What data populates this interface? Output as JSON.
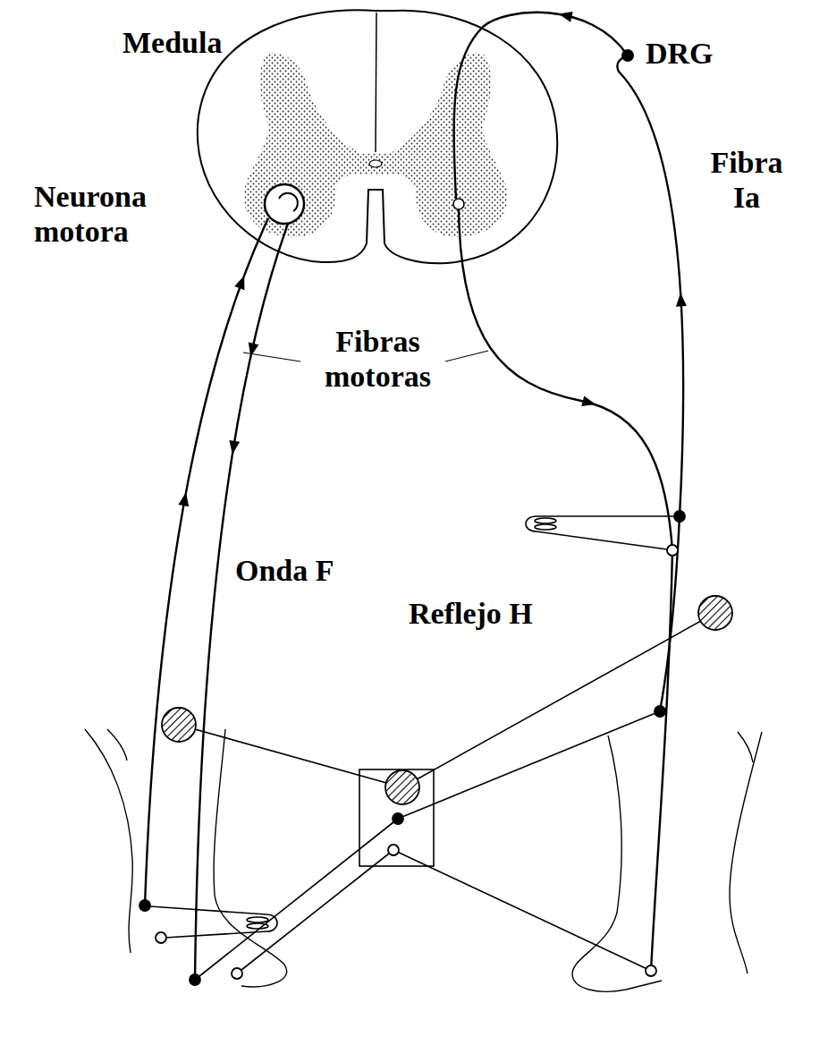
{
  "diagram": {
    "labels": [
      "Medula",
      "DRG",
      "Fibra Ia",
      "Neurona motora",
      "Fibras motoras",
      "Onda F",
      "Reflejo H"
    ]
  }
}
